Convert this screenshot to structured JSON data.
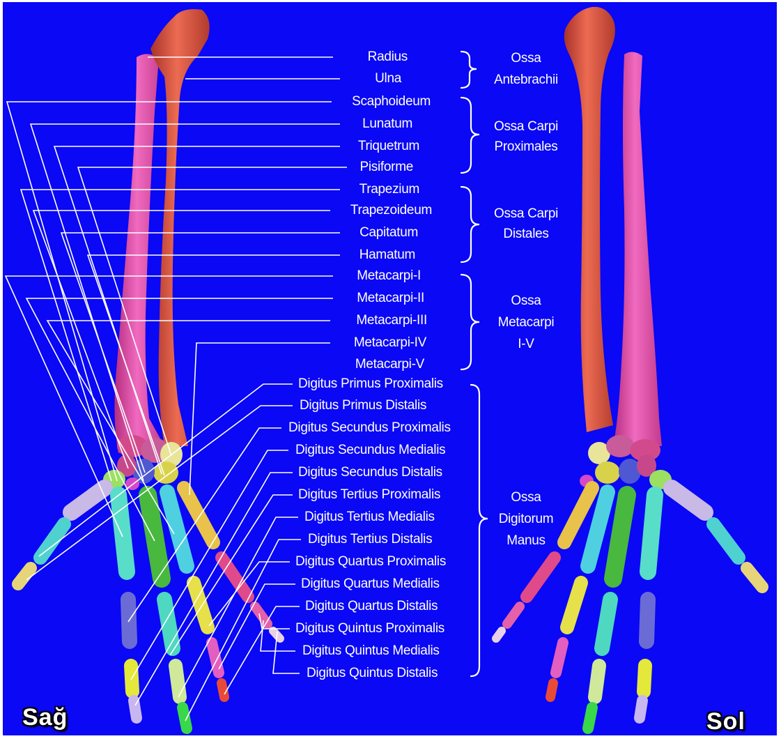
{
  "bones": {
    "radius": "Radius",
    "ulna": "Ulna",
    "scaphoideum": "Scaphoideum",
    "lunatum": "Lunatum",
    "triquetrum": "Triquetrum",
    "pisiforme": "Pisiforme",
    "trapezium": "Trapezium",
    "trapezoideum": "Trapezoideum",
    "capitatum": "Capitatum",
    "hamatum": "Hamatum",
    "metacarpi_1": "Metacarpi-I",
    "metacarpi_2": "Metacarpi-II",
    "metacarpi_3": "Metacarpi-III",
    "metacarpi_4": "Metacarpi-IV",
    "metacarpi_5": "Metacarpi-V",
    "d1_prox": "Digitus Primus Proximalis",
    "d1_dist": "Digitus Primus Distalis",
    "d2_prox": "Digitus Secundus Proximalis",
    "d2_med": "Digitus Secundus Medialis",
    "d2_dist": "Digitus Secundus Distalis",
    "d3_prox": "Digitus Tertius Proximalis",
    "d3_med": "Digitus Tertius Medialis",
    "d3_dist": "Digitus Tertius Distalis",
    "d4_prox": "Digitus Quartus Proximalis",
    "d4_med": "Digitus Quartus Medialis",
    "d4_dist": "Digitus Quartus Distalis",
    "d5_prox": "Digitus Quintus Proximalis",
    "d5_med": "Digitus Quintus Medialis",
    "d5_dist": "Digitus Quintus Distalis"
  },
  "groups": {
    "antebrachii_1": "Ossa",
    "antebrachii_2": "Antebrachii",
    "carpi_prox_1": "Ossa Carpi",
    "carpi_prox_2": "Proximales",
    "carpi_dist_1": "Ossa Carpi",
    "carpi_dist_2": "Distales",
    "metacarpi_1": "Ossa",
    "metacarpi_2": "Metacarpi",
    "metacarpi_3": "I-V",
    "digitorum_1": "Ossa",
    "digitorum_2": "Digitorum",
    "digitorum_3": "Manus"
  },
  "sides": {
    "right": "Sağ",
    "left": "Sol"
  },
  "colors": {
    "background": "#0a08f4",
    "radius": "#e0479e",
    "ulna": "#d8513f",
    "leader_lines": "#ffffff"
  }
}
